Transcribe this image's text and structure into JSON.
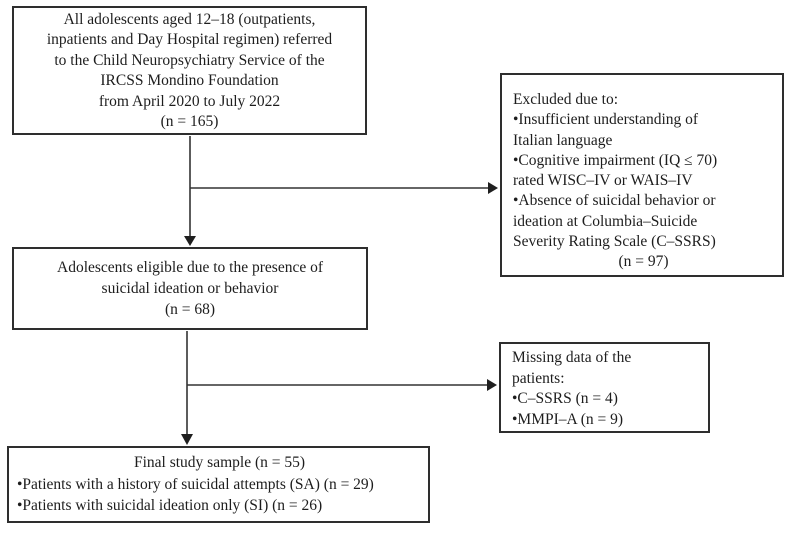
{
  "colors": {
    "background": "#ffffff",
    "box_border": "#2e2e2e",
    "text": "#1d1d1d",
    "arrow": "#333333"
  },
  "boxes": {
    "population": {
      "text": "All adolescents aged 12–18 (outpatients,\ninpatients and Day Hospital regimen) referred\nto the Child Neuropsychiatry Service of the\nIRCSS Mondino Foundation\nfrom April 2020 to July 2022\n(n = 165)",
      "n": 165
    },
    "excluded": {
      "title": "Excluded due to:",
      "bullets": [
        "•Insufficient understanding of\nItalian language",
        "•Cognitive impairment (IQ ≤ 70)\nrated WISC–IV or WAIS–IV",
        "•Absence of suicidal behavior or\nideation at Columbia–Suicide\nSeverity Rating Scale (C–SSRS)"
      ],
      "n_label": "(n = 97)",
      "n": 97
    },
    "eligible": {
      "text": "Adolescents eligible due to the presence of\nsuicidal ideation or behavior\n(n = 68)",
      "n": 68
    },
    "missing": {
      "title": "Missing data of the\npatients:",
      "bullets": [
        "•C–SSRS (n = 4)",
        "•MMPI–A (n = 9)"
      ]
    },
    "final": {
      "title": "Final study sample (n = 55)",
      "bullets": [
        "•Patients with a history of suicidal attempts (SA) (n = 29)",
        "•Patients with suicidal ideation only (SI) (n = 26)"
      ],
      "n": 55
    }
  }
}
